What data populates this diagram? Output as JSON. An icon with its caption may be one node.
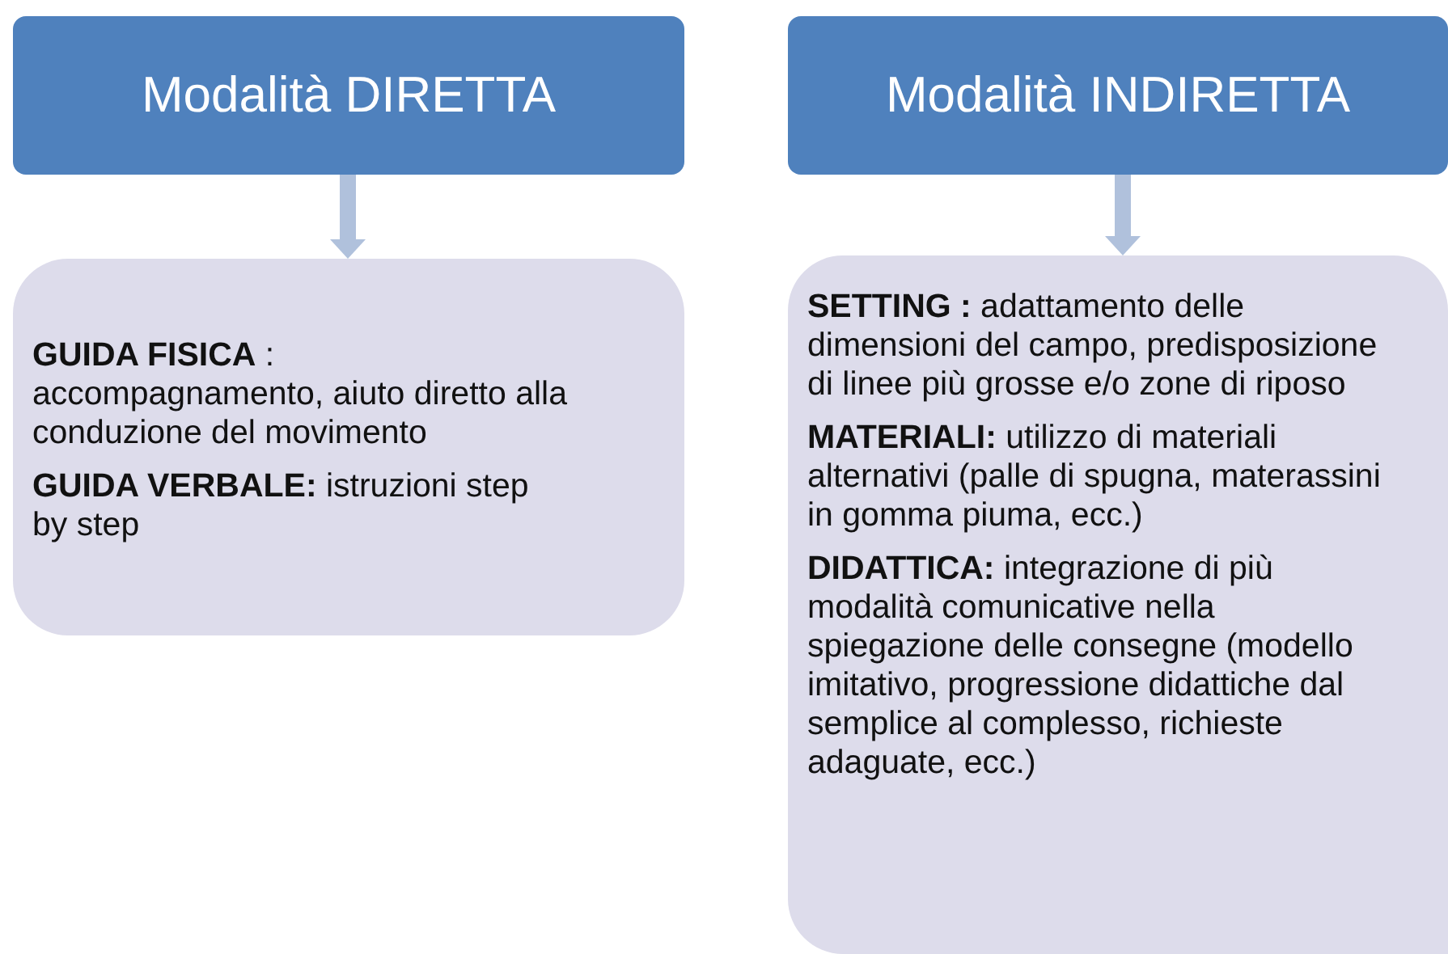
{
  "diagram": {
    "nodes": [
      {
        "text": [
          "Modalità DIRETTA"
        ]
      },
      {
        "text": [
          "Modalità INDIRETTA"
        ]
      },
      {
        "text": [
          "**GUIDA FISICA** : accompagnamento, aiuto diretto alla conduzione del movimento",
          "**GUIDA VERBALE:** istruzioni step by step"
        ]
      },
      {
        "text": [
          "**SETTING :** adattamento delle dimensioni del campo, predisposizione di linee più grosse e/o zone di riposo",
          "**MATERIALI:** utilizzo di materiali alternativi (palle di spugna, materassini in gomma piuma, ecc.)",
          "**DIDATTICA:** integrazione di più modalità comunicative nella spiegazione delle consegne (modello imitativo, progressione didattiche dal semplice al complesso, richieste adaguate, ecc.)"
        ]
      }
    ],
    "edges": [
      {
        "from": 0,
        "to": 2,
        "arrow": "to"
      },
      {
        "from": 1,
        "to": 3,
        "arrow": "to"
      }
    ]
  }
}
